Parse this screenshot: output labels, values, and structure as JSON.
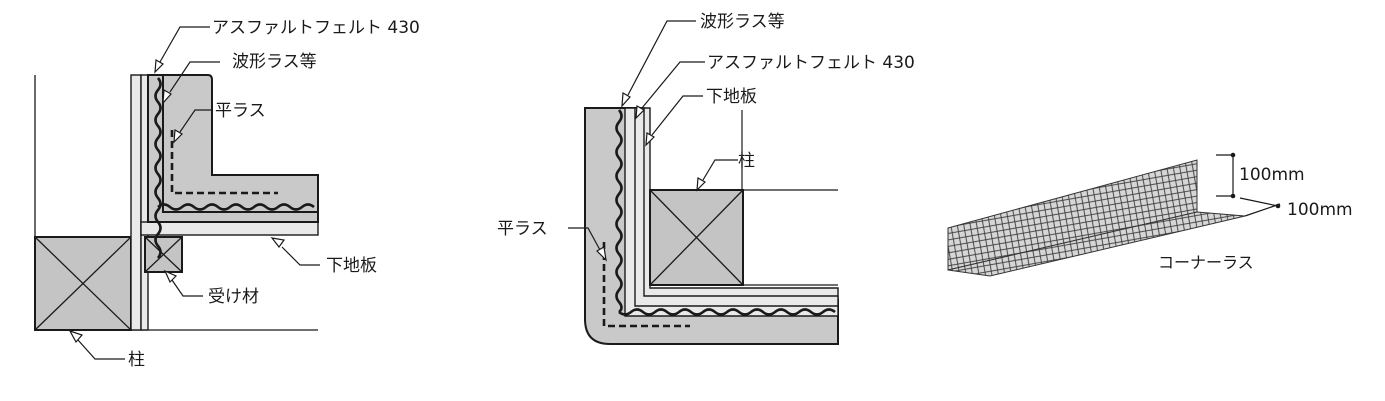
{
  "fig1": {
    "label_felt": "アスファルトフェルト 430",
    "label_wave_lath": "波形ラス等",
    "label_flat_lath": "平ラス",
    "label_sheathing": "下地板",
    "label_receiver": "受け材",
    "label_post": "柱"
  },
  "fig2": {
    "label_wave_lath": "波形ラス等",
    "label_felt": "アスファルトフェルト 430",
    "label_sheathing": "下地板",
    "label_post": "柱",
    "label_flat_lath": "平ラス"
  },
  "fig3": {
    "dim_height": "100mm",
    "dim_width": "100mm",
    "label_corner_lath": "コーナーラス"
  },
  "colors": {
    "plaster": "#c9c9c9",
    "post": "#c4c4c4",
    "line": "#1a1a1a"
  }
}
